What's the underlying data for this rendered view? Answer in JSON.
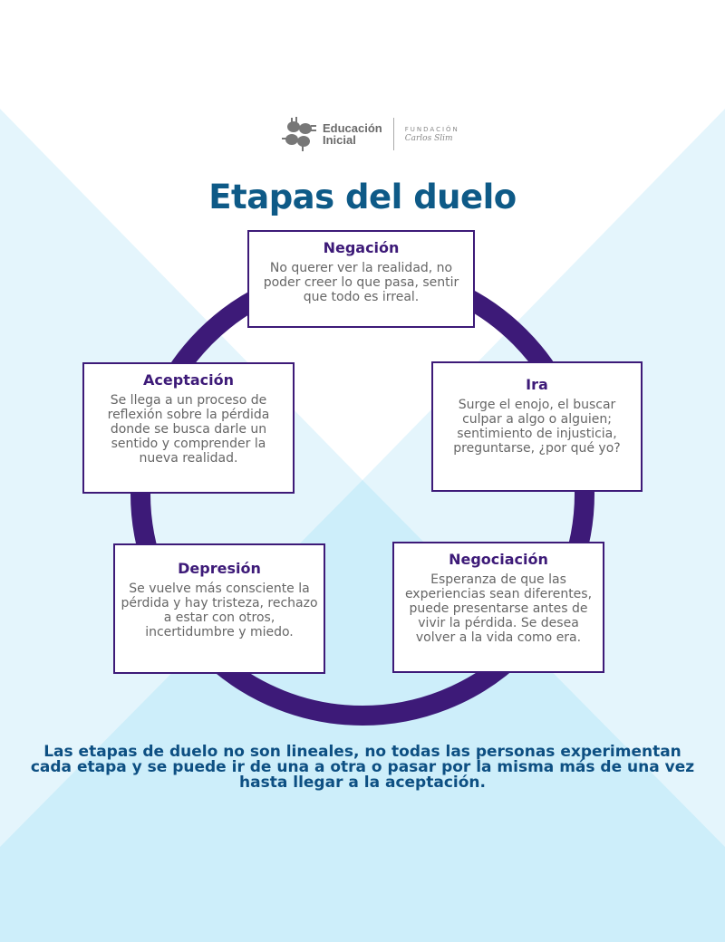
{
  "logo": {
    "brand_line1": "Educación",
    "brand_line2": "Inicial",
    "foundation_line1": "FUNDACIÓN",
    "foundation_line2": "Carlos Slim"
  },
  "title": "Etapas del duelo",
  "stages": [
    {
      "name": "Negación",
      "description": "No querer ver la realidad, no poder creer lo que pasa, sentir que todo es irreal."
    },
    {
      "name": "Ira",
      "description": "Surge el enojo, el buscar culpar a algo o alguien; sentimiento de injusticia, preguntarse, ¿por qué yo?"
    },
    {
      "name": "Negociación",
      "description": "Esperanza de que las experiencias sean diferentes, puede presentarse antes de vivir la pérdida. Se desea volver a la vida como era."
    },
    {
      "name": "Depresión",
      "description": "Se vuelve más consciente la pérdida y hay tristeza, rechazo a estar con otros, incertidumbre y miedo."
    },
    {
      "name": "Aceptación",
      "description": "Se llega a un proceso de reflexión sobre la pérdida donde se busca darle un sentido y comprender la nueva realidad."
    }
  ],
  "footer": "Las etapas de duelo no son lineales, no todas las personas experimentan cada etapa y se puede ir de una a otra o pasar por la misma más de una vez hasta llegar a la aceptación.",
  "colors": {
    "title": "#0e5a87",
    "ring": "#3d1a78",
    "footer": "#0d4f82",
    "bg_light": "#e4f5fc",
    "bg_mid": "#cdeefa"
  }
}
